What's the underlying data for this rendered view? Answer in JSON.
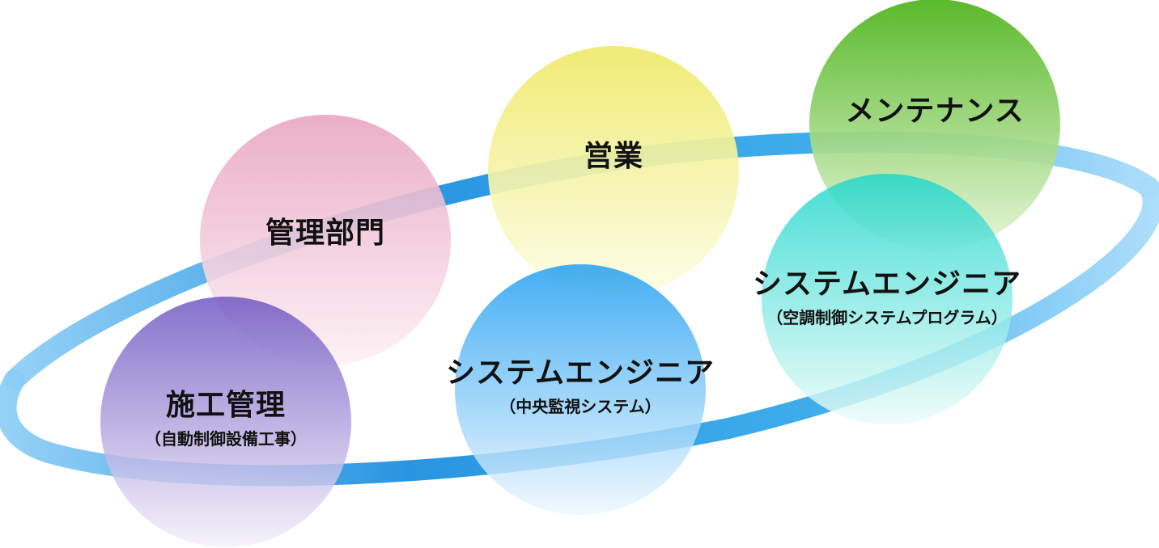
{
  "bubbles": {
    "admin": {
      "title": "管理部門",
      "color": "#e8a6c0"
    },
    "sales": {
      "title": "営業",
      "color": "#eeea6a"
    },
    "maintenance": {
      "title": "メンテナンス",
      "color": "#4cb41a"
    },
    "se_hvac": {
      "title": "システムエンジニア",
      "subtitle": "（空調制御システムプログラム）",
      "color": "#1cd6cc"
    },
    "se_central": {
      "title": "システムエンジニア",
      "subtitle": "（中央監視システム）",
      "color": "#1a9cf2"
    },
    "construction": {
      "title": "施工管理",
      "subtitle": "（自動制御設備工事）",
      "color": "#6a52c0"
    }
  },
  "orbit_color": "#2f9fe6"
}
